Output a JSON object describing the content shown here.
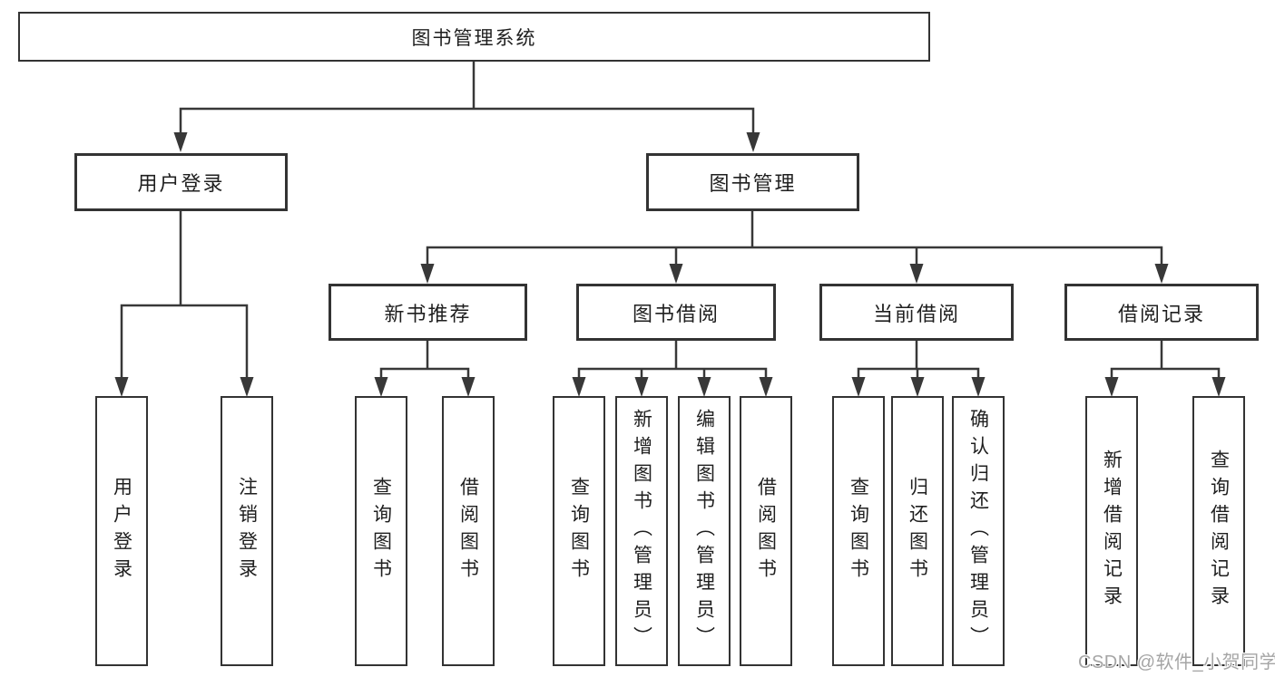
{
  "page": {
    "background": "#ffffff",
    "line_color": "#383838",
    "box_border_color": "#333333",
    "text_color": "#1f1f1f"
  },
  "watermark": {
    "text": "CSDN @软件_小贺同学",
    "color": "#a5a5a5"
  },
  "diagram": {
    "type": "tree",
    "root": {
      "label": "图书管理系统"
    },
    "branches": [
      {
        "label": "用户登录",
        "children": [
          {
            "label": "用户登录"
          },
          {
            "label": "注销登录"
          }
        ]
      },
      {
        "label": "图书管理",
        "children": [
          {
            "label": "新书推荐",
            "children": [
              {
                "label": "查询图书"
              },
              {
                "label": "借阅图书"
              }
            ]
          },
          {
            "label": "图书借阅",
            "children": [
              {
                "label": "查询图书"
              },
              {
                "label": "新增图书（管理员）"
              },
              {
                "label": "编辑图书（管理员）"
              },
              {
                "label": "借阅图书"
              }
            ]
          },
          {
            "label": "当前借阅",
            "children": [
              {
                "label": "查询图书"
              },
              {
                "label": "归还图书"
              },
              {
                "label": "确认归还（管理员）"
              }
            ]
          },
          {
            "label": "借阅记录",
            "children": [
              {
                "label": "新增借阅记录"
              },
              {
                "label": "查询借阅记录"
              }
            ]
          }
        ]
      }
    ]
  }
}
